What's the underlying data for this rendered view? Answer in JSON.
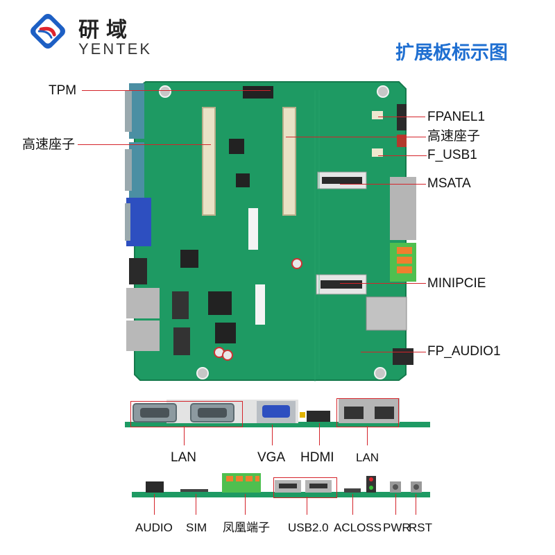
{
  "brand": {
    "name_cn": "研域",
    "name_en": "YENTEK"
  },
  "title": "扩展板标示图",
  "colors": {
    "title_blue": "#1f6fd1",
    "callout_red": "#d4232a",
    "pcb_green": "#1e9a63",
    "logo_blue": "#1d5fc4"
  },
  "board_callouts": {
    "tpm": "TPM",
    "highspeed_left": "高速座子",
    "fpanel1": "FPANEL1",
    "highspeed_right": "高速座子",
    "f_usb1": "F_USB1",
    "msata": "MSATA",
    "minipcie": "MINIPCIE",
    "fp_audio1": "FP_AUDIO1"
  },
  "rear_panel_top": {
    "lan_serial": "LAN",
    "vga": "VGA",
    "hdmi": "HDMI",
    "lan_rj45": "LAN"
  },
  "rear_panel_bottom": {
    "audio": "AUDIO",
    "sim": "SIM",
    "phoenix": "凤凰端子",
    "usb": "USB2.0",
    "acloss": "ACLOSS",
    "pwr": "PWR",
    "rst": "RST"
  },
  "icons": {
    "logo": "yentek-logo-icon"
  }
}
